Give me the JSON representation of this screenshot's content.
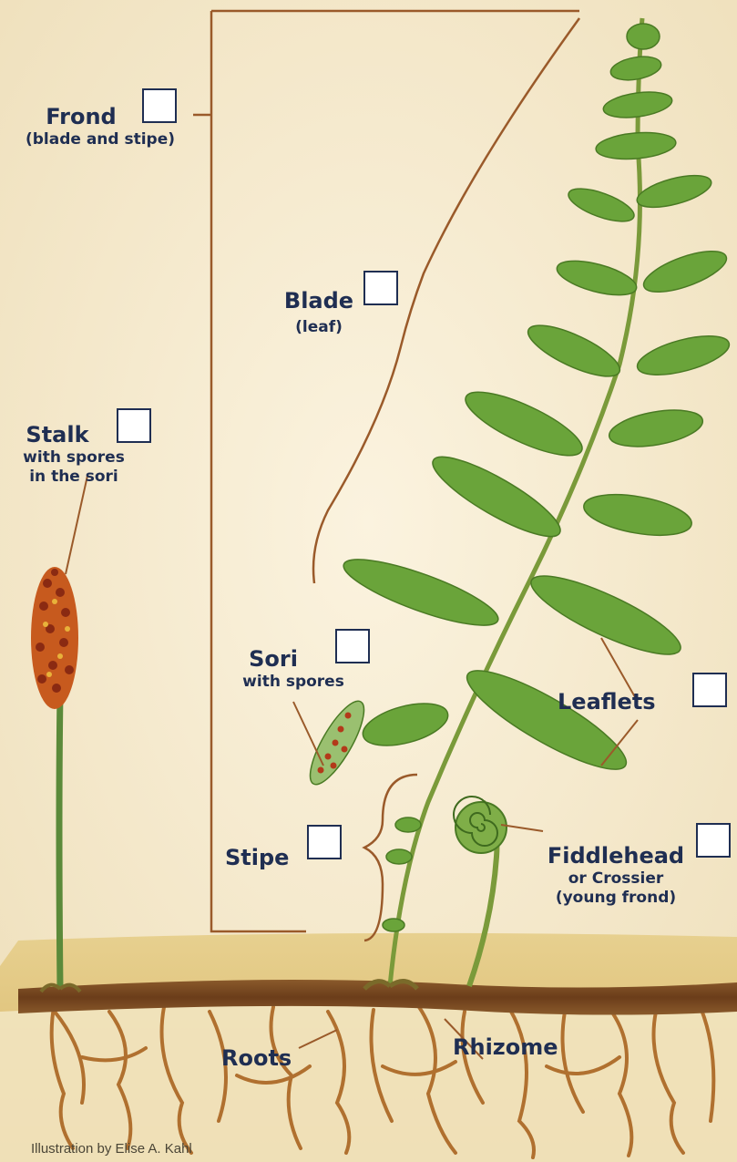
{
  "labels": {
    "frond": {
      "title": "Frond",
      "sub": "(blade and stipe)"
    },
    "blade": {
      "title": "Blade",
      "sub": "(leaf)"
    },
    "stalk": {
      "title": "Stalk",
      "sub1": "with spores",
      "sub2": "in the sori"
    },
    "sori": {
      "title": "Sori",
      "sub": "with spores"
    },
    "leaflets": {
      "title": "Leaflets"
    },
    "stipe": {
      "title": "Stipe"
    },
    "fiddlehead": {
      "title": "Fiddlehead",
      "sub1": "or Crossier",
      "sub2": "(young frond)"
    },
    "roots": {
      "title": "Roots"
    },
    "rhizome": {
      "title": "Rhizome"
    }
  },
  "credit": "Illustration by  Elise A. Kahl",
  "colors": {
    "background": "#f6ecd2",
    "leader": "#9a5a2a",
    "label_text": "#1f2e52",
    "leaf": "#6aa43a",
    "soil": "#b5763c"
  }
}
